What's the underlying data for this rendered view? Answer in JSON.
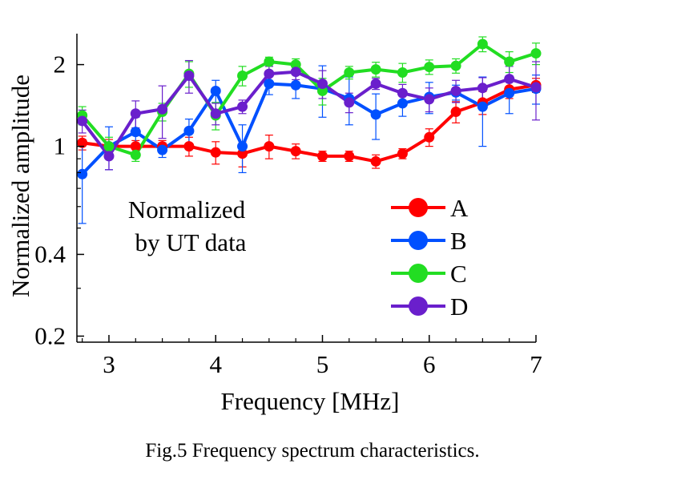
{
  "chart_data": {
    "type": "line",
    "xlabel": "Frequency [MHz]",
    "ylabel": "Normalized amplitude",
    "xlim": [
      2.7,
      7.0
    ],
    "ylim": [
      0.19,
      2.6
    ],
    "yscale": "log",
    "grid": false,
    "legend_position": "bottom-right",
    "x_ticks": [
      3,
      4,
      5,
      6,
      7
    ],
    "x_tick_labels": [
      "3",
      "4",
      "5",
      "6",
      "7"
    ],
    "y_ticks": [
      0.2,
      0.4,
      1,
      2
    ],
    "y_tick_labels": [
      "0.2",
      "0.4",
      "1",
      "2"
    ],
    "x": [
      2.75,
      3.0,
      3.25,
      3.5,
      3.75,
      4.0,
      4.25,
      4.5,
      4.75,
      5.0,
      5.25,
      5.5,
      5.75,
      6.0,
      6.25,
      6.5,
      6.75,
      7.0
    ],
    "series": [
      {
        "name": "A",
        "color": "#ff0000",
        "values": [
          1.03,
          1.0,
          1.0,
          1.0,
          1.0,
          0.95,
          0.94,
          1.0,
          0.96,
          0.92,
          0.92,
          0.88,
          0.94,
          1.08,
          1.34,
          1.45,
          1.62,
          1.68
        ],
        "errors": [
          0.06,
          0.06,
          0.05,
          0.05,
          0.08,
          0.09,
          0.1,
          0.1,
          0.06,
          0.04,
          0.04,
          0.05,
          0.04,
          0.08,
          0.12,
          0.14,
          0.12,
          0.1
        ]
      },
      {
        "name": "B",
        "color": "#0050ff",
        "values": [
          0.79,
          1.0,
          1.13,
          0.97,
          1.14,
          1.6,
          1.0,
          1.7,
          1.68,
          1.63,
          1.5,
          1.31,
          1.44,
          1.52,
          1.58,
          1.4,
          1.57,
          1.63
        ],
        "errors": [
          0.27,
          0.18,
          0.15,
          0.06,
          0.12,
          0.15,
          0.2,
          0.15,
          0.18,
          0.35,
          0.3,
          0.25,
          0.15,
          0.2,
          0.1,
          0.4,
          0.25,
          0.2
        ]
      },
      {
        "name": "C",
        "color": "#22dd22",
        "values": [
          1.3,
          1.0,
          0.93,
          1.34,
          1.85,
          1.3,
          1.82,
          2.05,
          2.0,
          1.6,
          1.87,
          1.92,
          1.87,
          1.96,
          1.98,
          2.38,
          2.05,
          2.2
        ],
        "errors": [
          0.1,
          0.08,
          0.05,
          0.1,
          0.2,
          0.15,
          0.15,
          0.08,
          0.1,
          0.18,
          0.1,
          0.12,
          0.15,
          0.12,
          0.12,
          0.15,
          0.18,
          0.2
        ]
      },
      {
        "name": "D",
        "color": "#6a1fcc",
        "values": [
          1.24,
          0.92,
          1.32,
          1.37,
          1.82,
          1.32,
          1.4,
          1.85,
          1.88,
          1.7,
          1.45,
          1.7,
          1.57,
          1.49,
          1.6,
          1.64,
          1.77,
          1.65
        ],
        "errors": [
          0.12,
          0.1,
          0.15,
          0.3,
          0.25,
          0.12,
          0.08,
          0.12,
          0.12,
          0.2,
          0.12,
          0.08,
          0.12,
          0.15,
          0.15,
          0.15,
          0.2,
          0.4
        ]
      }
    ]
  },
  "annotation": {
    "line1": "Normalized",
    "line2": "by UT data"
  },
  "caption": "Fig.5 Frequency spectrum characteristics."
}
